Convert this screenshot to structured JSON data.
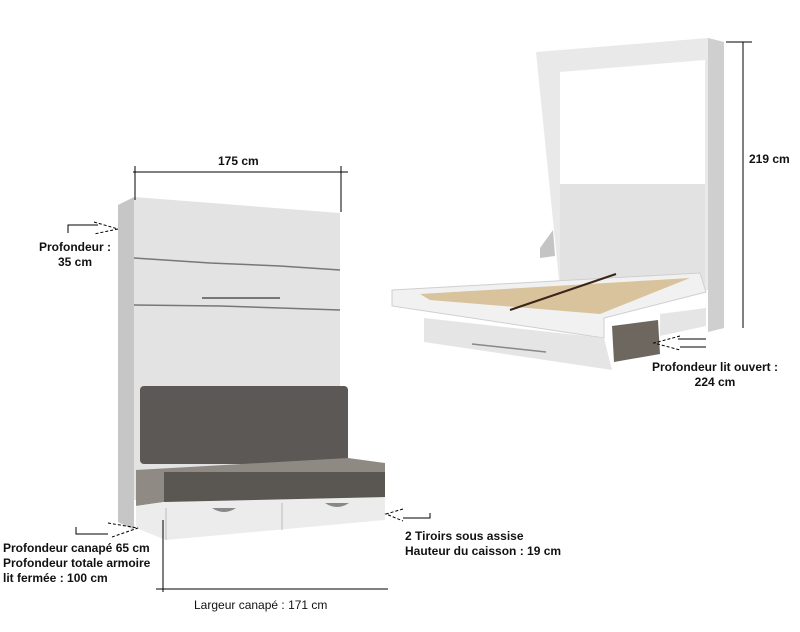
{
  "closed_view": {
    "width_label": "175 cm",
    "depth_label_line1": "Profondeur :",
    "depth_label_line2": "35 cm",
    "sofa_depth_line1": "Profondeur canapé 65 cm",
    "sofa_depth_line2": "Profondeur totale armoire",
    "sofa_depth_line3": "lit fermée : 100 cm",
    "drawers_line1": "2 Tiroirs sous assise",
    "drawers_line2": "Hauteur du caisson : 19 cm",
    "sofa_width_label": "Largeur canapé :  171 cm"
  },
  "open_view": {
    "height_label": "219 cm",
    "open_depth_line1": "Profondeur lit ouvert :",
    "open_depth_line2": "224 cm"
  },
  "colors": {
    "panel": "#e4e4e4",
    "panel_side": "#c9c9c9",
    "fabric": "#5a5754",
    "fabric_light": "#8c8781",
    "slats": "#d8c29a",
    "slat_strap": "#3b2418"
  }
}
